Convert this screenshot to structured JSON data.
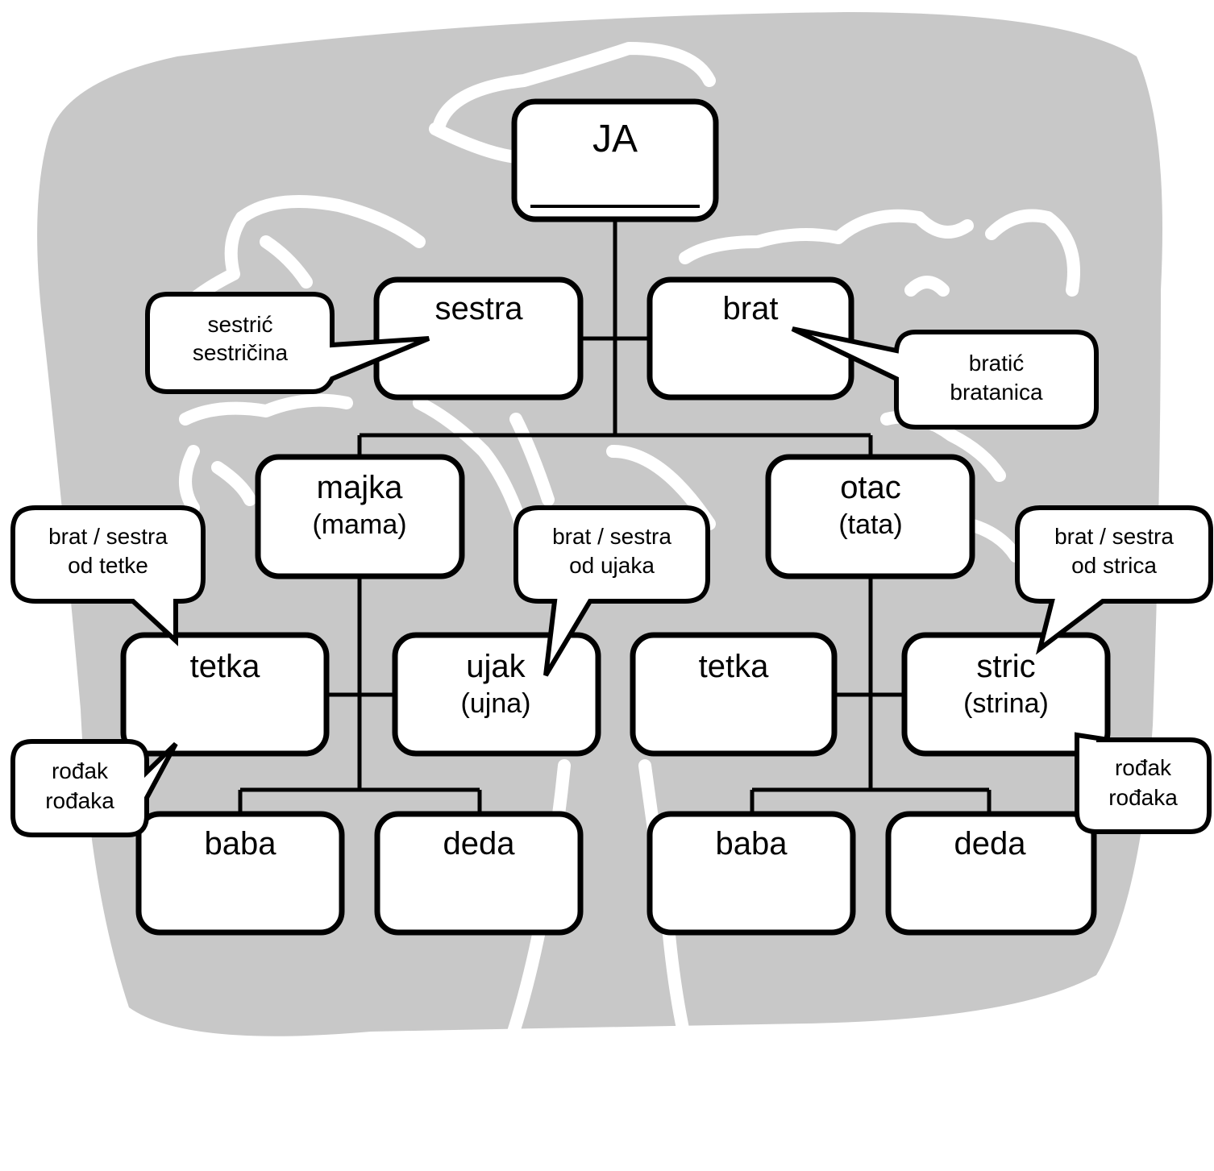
{
  "diagram": {
    "colors": {
      "background_tree": "#c8c8c8",
      "box_fill": "#ffffff",
      "stroke": "#000000",
      "tree_outline": "#ffffff"
    },
    "me": {
      "label": "JA"
    },
    "siblings": {
      "sister": {
        "label": "sestra"
      },
      "brother": {
        "label": "brat"
      }
    },
    "parents": {
      "mother": {
        "label": "majka",
        "sub": "(mama)"
      },
      "father": {
        "label": "otac",
        "sub": "(tata)"
      }
    },
    "aunts_uncles": {
      "maternal_aunt": {
        "label": "tetka"
      },
      "maternal_uncle": {
        "label": "ujak",
        "sub": "(ujna)"
      },
      "paternal_aunt": {
        "label": "tetka"
      },
      "paternal_uncle": {
        "label": "stric",
        "sub": "(strina)"
      }
    },
    "grandparents": {
      "maternal_grandmother": {
        "label": "baba"
      },
      "maternal_grandfather": {
        "label": "deda"
      },
      "paternal_grandmother": {
        "label": "baba"
      },
      "paternal_grandfather": {
        "label": "deda"
      }
    },
    "callouts": {
      "sister_children": {
        "line1": "sestrić",
        "line2": "sestričina"
      },
      "brother_children": {
        "line1": "bratić",
        "line2": "bratanica"
      },
      "cousin_tetka": {
        "line1": "brat / sestra",
        "line2": "od tetke"
      },
      "cousin_ujak": {
        "line1": "brat / sestra",
        "line2": "od ujaka"
      },
      "cousin_stric": {
        "line1": "brat / sestra",
        "line2": "od strica"
      },
      "relative_left": {
        "line1": "rođak",
        "line2": "rođaka"
      },
      "relative_right": {
        "line1": "rođak",
        "line2": "rođaka"
      }
    }
  }
}
